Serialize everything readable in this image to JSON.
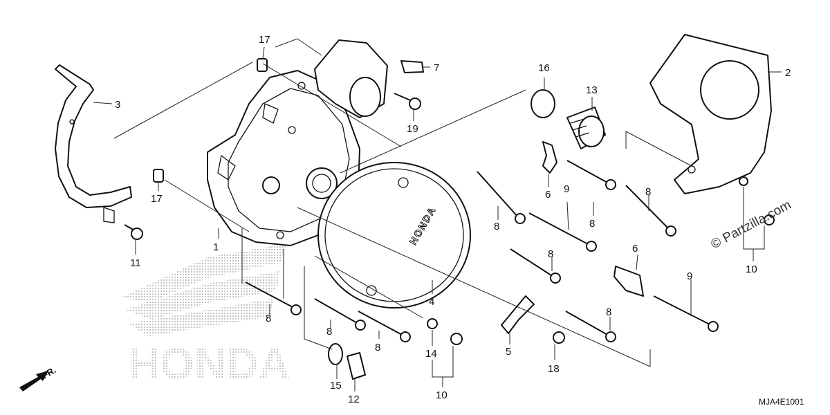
{
  "diagram": {
    "diagram_code": "MJA4E1001",
    "copyright": "© Partzilla.com",
    "direction_label": "FR.",
    "cover_brand_text": "HONDA",
    "watermark_text": "HONDA",
    "callouts": [
      {
        "id": "c1",
        "text": "1"
      },
      {
        "id": "c2",
        "text": "2"
      },
      {
        "id": "c3",
        "text": "3"
      },
      {
        "id": "c4",
        "text": "4"
      },
      {
        "id": "c5",
        "text": "5"
      },
      {
        "id": "c6a",
        "text": "6"
      },
      {
        "id": "c6b",
        "text": "6"
      },
      {
        "id": "c7",
        "text": "7"
      },
      {
        "id": "c8a",
        "text": "8"
      },
      {
        "id": "c8b",
        "text": "8"
      },
      {
        "id": "c8c",
        "text": "8"
      },
      {
        "id": "c8d",
        "text": "8"
      },
      {
        "id": "c8e",
        "text": "8"
      },
      {
        "id": "c8f",
        "text": "8"
      },
      {
        "id": "c8g",
        "text": "8"
      },
      {
        "id": "c8h",
        "text": "8"
      },
      {
        "id": "c9a",
        "text": "9"
      },
      {
        "id": "c9b",
        "text": "9"
      },
      {
        "id": "c10a",
        "text": "10"
      },
      {
        "id": "c10b",
        "text": "10"
      },
      {
        "id": "c11",
        "text": "11"
      },
      {
        "id": "c12",
        "text": "12"
      },
      {
        "id": "c13",
        "text": "13"
      },
      {
        "id": "c14",
        "text": "14"
      },
      {
        "id": "c15",
        "text": "15"
      },
      {
        "id": "c16",
        "text": "16"
      },
      {
        "id": "c17a",
        "text": "17"
      },
      {
        "id": "c17b",
        "text": "17"
      },
      {
        "id": "c18",
        "text": "18"
      },
      {
        "id": "c19",
        "text": "19"
      }
    ]
  }
}
